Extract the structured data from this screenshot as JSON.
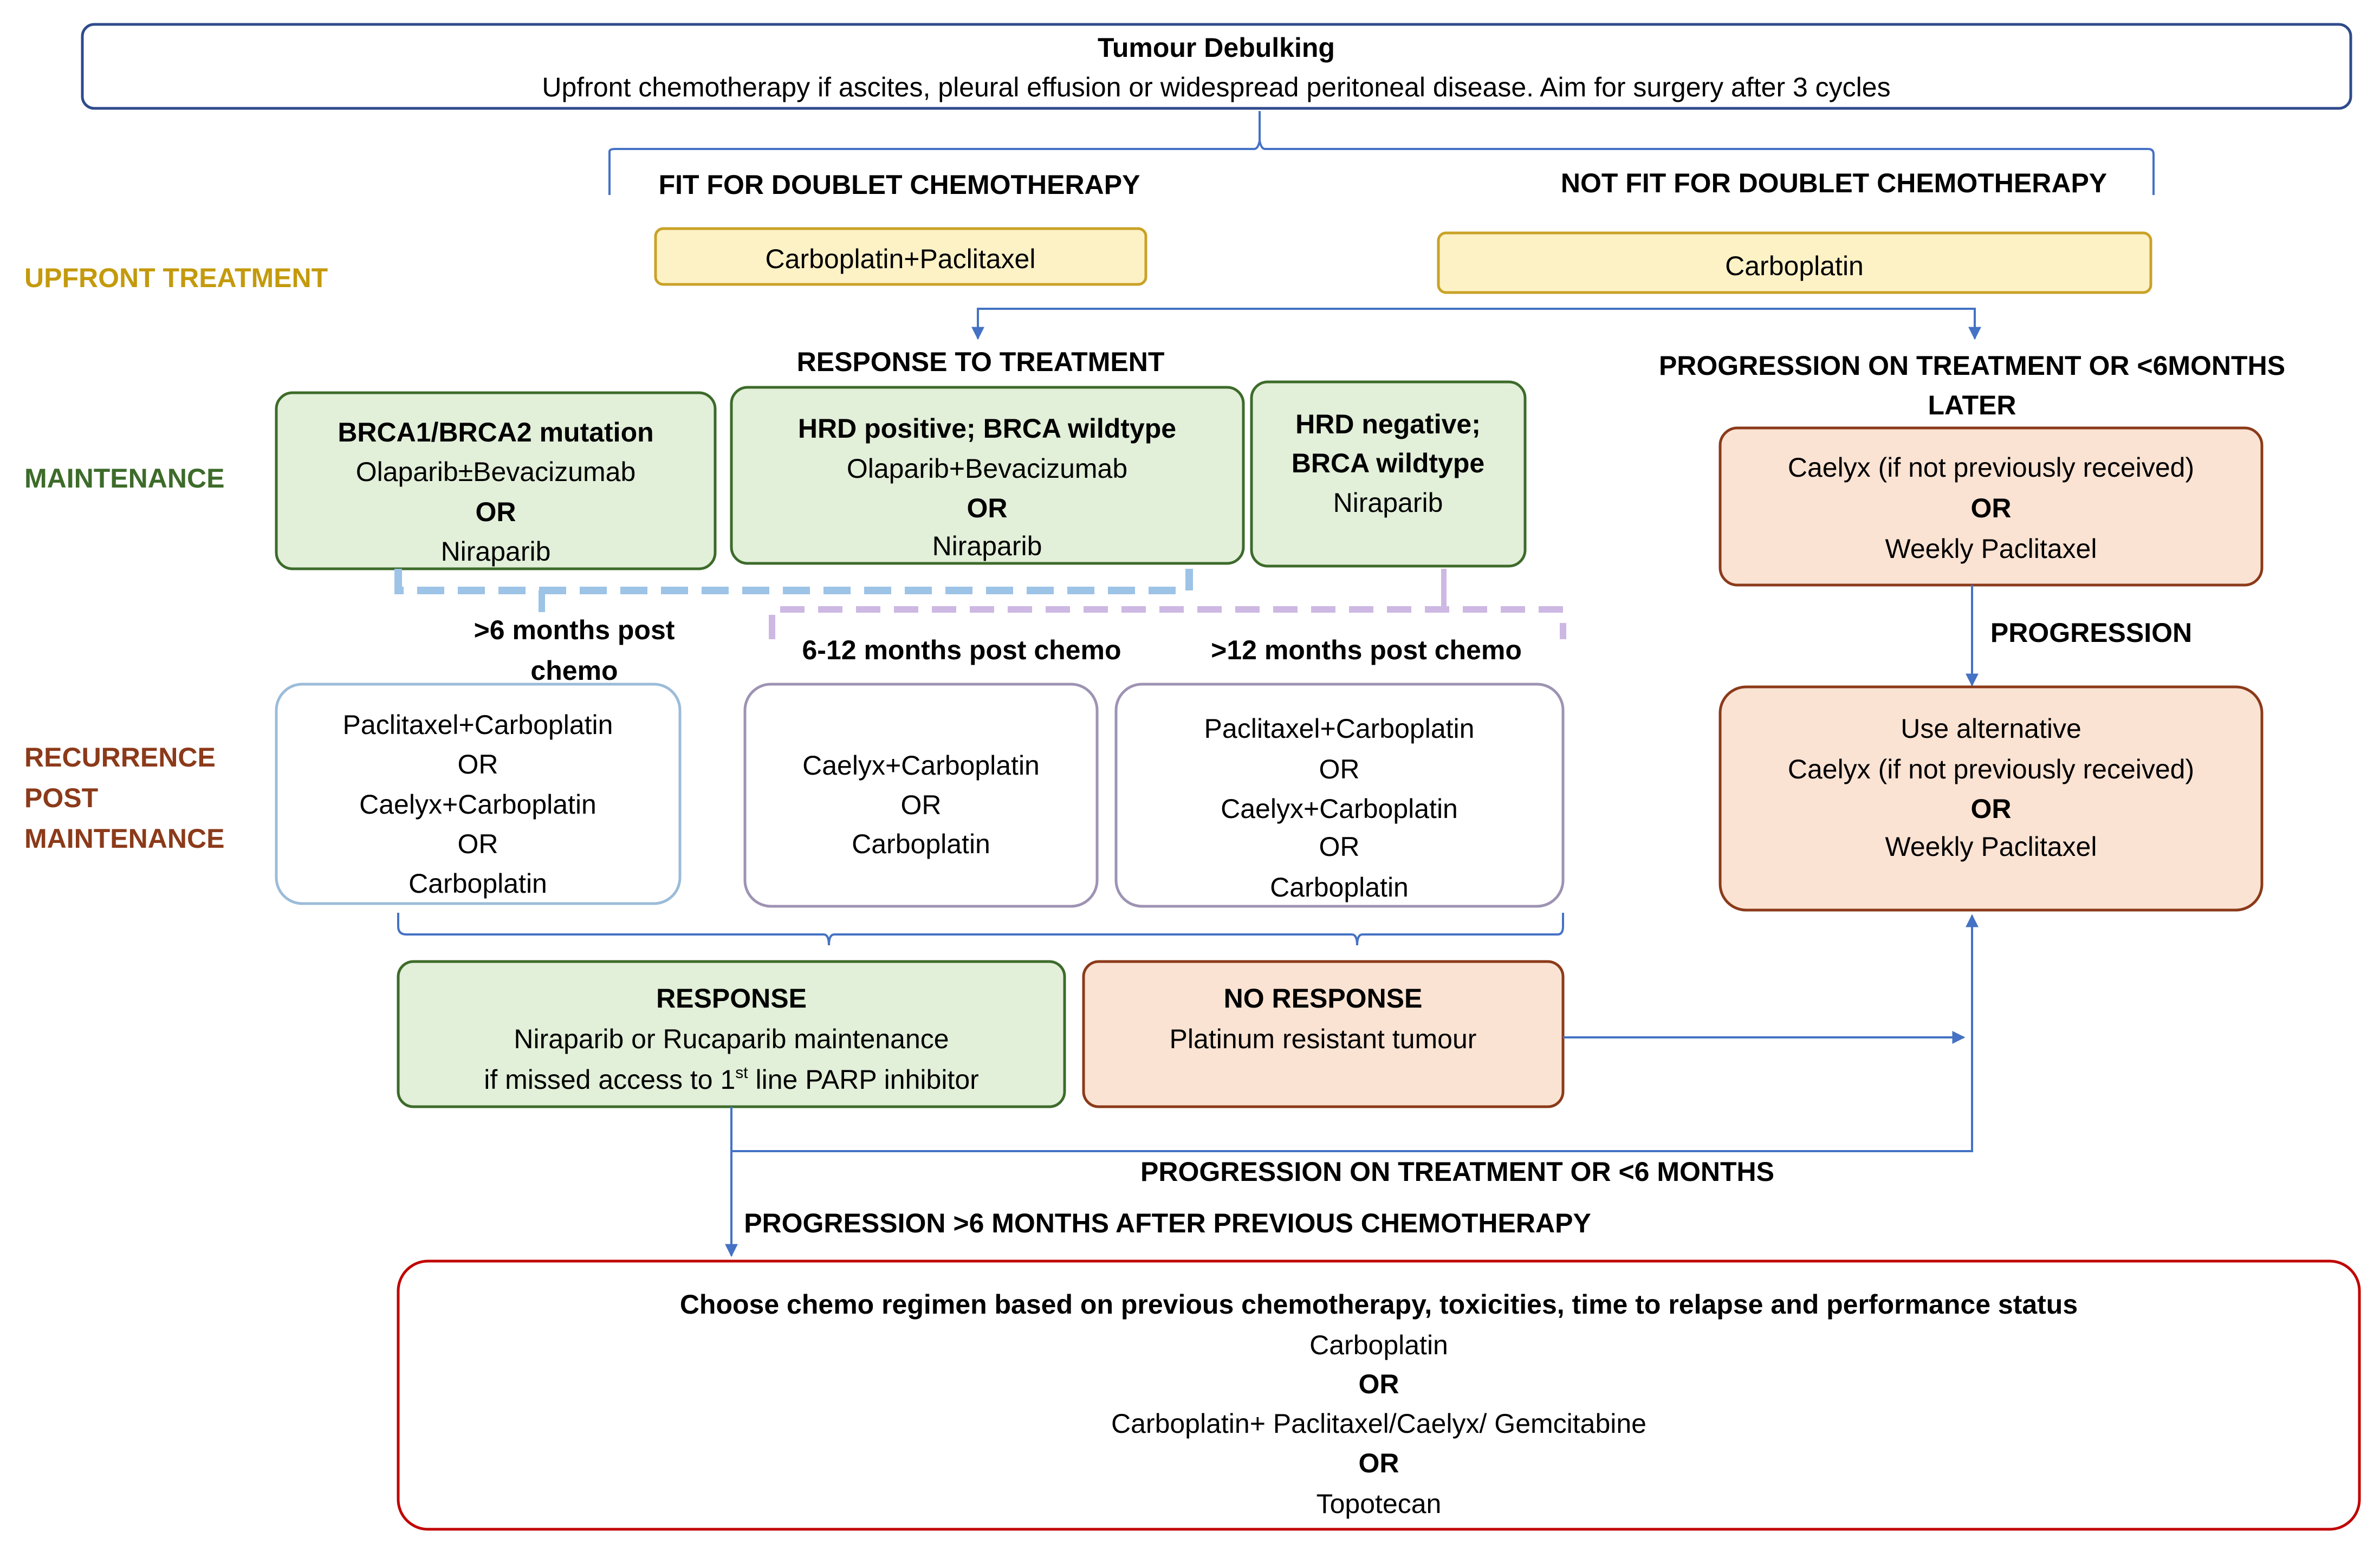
{
  "colors": {
    "navy": "#2f4b8c",
    "connector": "#4472c4",
    "gold_border": "#c9a227",
    "gold_fill": "#fdf2c6",
    "gold_text": "#c49a0c",
    "green_border": "#3d6b2a",
    "green_fill": "#e2efd9",
    "green_text": "#3d6b2a",
    "brown_border": "#8b3a1a",
    "peach_fill": "#fbe3d3",
    "brown_text": "#8b3a1a",
    "blue_border": "#9bbcd9",
    "lavender_border": "#9e93b3",
    "lavender_dash": "#cdb8e3",
    "blue_dash": "#9dc3e6",
    "red_border": "#c00000"
  },
  "top": {
    "title": "Tumour Debulking",
    "subtitle": "Upfront chemotherapy if ascites, pleural effusion or widespread peritoneal disease.  Aim for surgery after 3 cycles"
  },
  "branches": {
    "fit": "FIT FOR DOUBLET CHEMOTHERAPY",
    "not_fit": "NOT FIT FOR DOUBLET CHEMOTHERAPY"
  },
  "rows": {
    "upfront": "UPFRONT TREATMENT",
    "maintenance": "MAINTENANCE",
    "recurrence": [
      "RECURRENCE",
      "POST",
      "MAINTENANCE"
    ]
  },
  "upfront": {
    "doublet": "Carboplatin+Paclitaxel",
    "single": "Carboplatin"
  },
  "labels": {
    "response_to_treatment": "RESPONSE TO TREATMENT",
    "progression_on_treatment": [
      "PROGRESSION ON TREATMENT OR <6MONTHS",
      "LATER"
    ],
    "progression": "PROGRESSION",
    "over6": [
      ">6 months post",
      "chemo"
    ],
    "six_to_twelve": "6-12 months post chemo",
    "over12": ">12 months post chemo",
    "progression_lt6": "PROGRESSION ON TREATMENT OR <6 MONTHS",
    "progression_gt6": "PROGRESSION >6 MONTHS AFTER PREVIOUS CHEMOTHERAPY"
  },
  "maintenance": {
    "brca": {
      "title": "BRCA1/BRCA2 mutation",
      "line1": "Olaparib±Bevacizumab",
      "or": "OR",
      "line2": "Niraparib"
    },
    "hrd_pos": {
      "title": "HRD positive; BRCA wildtype",
      "line1": "Olaparib+Bevacizumab",
      "or": "OR",
      "line2": "Niraparib"
    },
    "hrd_neg": {
      "title1": "HRD negative;",
      "title2": "BRCA wildtype",
      "line1": "Niraparib"
    }
  },
  "second_line": {
    "line1": "Caelyx (if not previously received)",
    "or": "OR",
    "line2": "Weekly Paclitaxel"
  },
  "alternative": {
    "line0": "Use alternative",
    "line1": "Caelyx (if not previously received)",
    "or": "OR",
    "line2": "Weekly Paclitaxel"
  },
  "recurrence": {
    "over6": [
      "Paclitaxel+Carboplatin",
      "OR",
      "Caelyx+Carboplatin",
      "OR",
      "Carboplatin"
    ],
    "six_to_twelve": [
      "Caelyx+Carboplatin",
      "OR",
      "Carboplatin"
    ],
    "over12": [
      "Paclitaxel+Carboplatin",
      "OR",
      "Caelyx+Carboplatin",
      "OR",
      "Carboplatin"
    ]
  },
  "response": {
    "title": "RESPONSE",
    "line1": "Niraparib or Rucaparib maintenance",
    "line2a": "if missed access to 1",
    "line2sup": "st",
    "line2b": " line PARP inhibitor"
  },
  "no_response": {
    "title": "NO RESPONSE",
    "line1": "Platinum resistant tumour"
  },
  "final": {
    "title": "Choose chemo regimen based on previous chemotherapy, toxicities, time to relapse and performance status",
    "line1": "Carboplatin",
    "or1": "OR",
    "line2": "Carboplatin+ Paclitaxel/Caelyx/ Gemcitabine",
    "or2": "OR",
    "line3": "Topotecan"
  }
}
